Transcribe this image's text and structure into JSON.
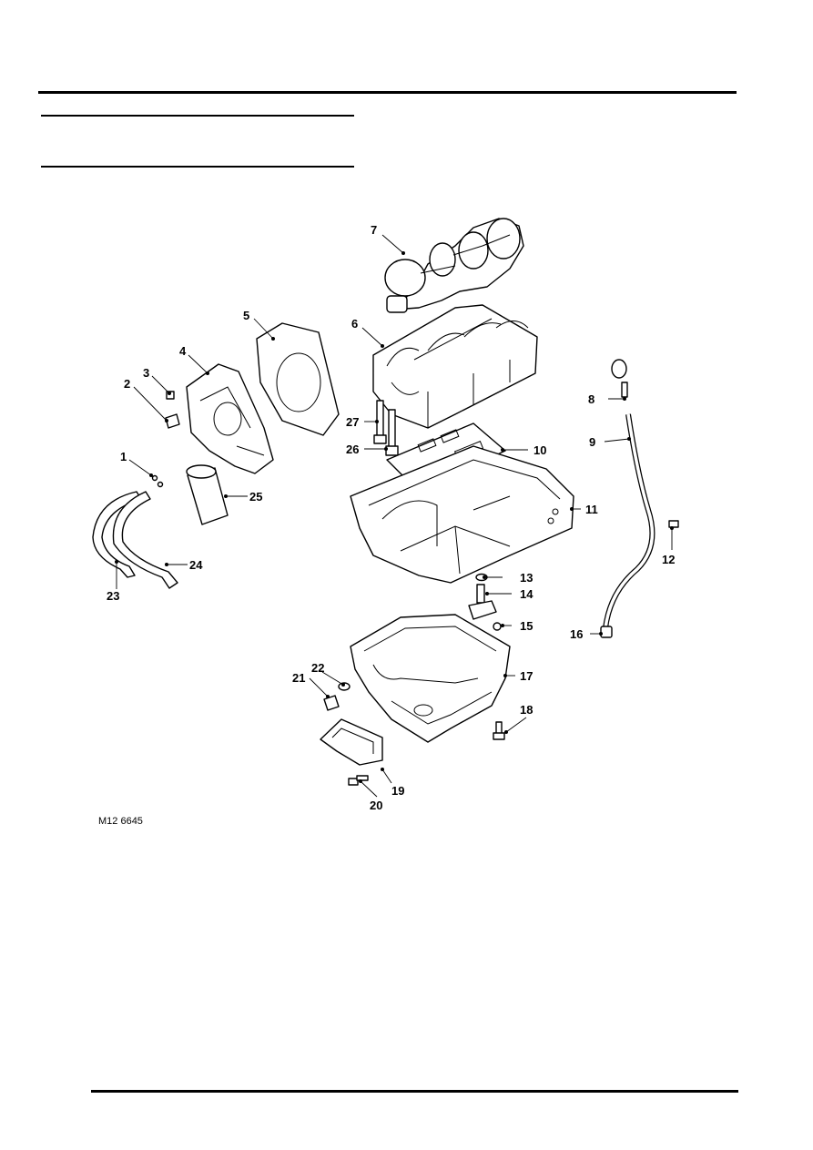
{
  "figure_reference": "M12 6645",
  "callouts": [
    "1",
    "2",
    "3",
    "4",
    "5",
    "6",
    "7",
    "8",
    "9",
    "10",
    "11",
    "12",
    "13",
    "14",
    "15",
    "16",
    "17",
    "18",
    "19",
    "20",
    "21",
    "22",
    "23",
    "24",
    "25",
    "26",
    "27"
  ]
}
